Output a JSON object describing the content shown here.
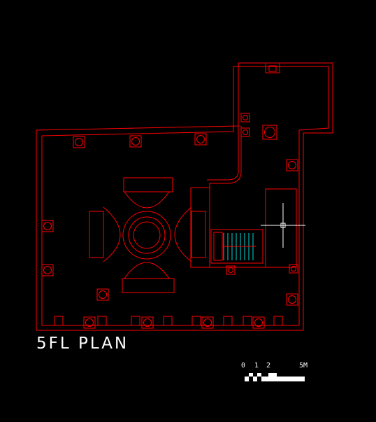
{
  "drawing": {
    "title": "5FL PLAN",
    "scale_labels": [
      "0",
      "1",
      "2",
      "5M"
    ]
  },
  "colors": {
    "background": "#000000",
    "walls": "#ff0000",
    "stairs": "#00d8d8",
    "cursor": "#ffffff",
    "text": "#ffffff"
  }
}
